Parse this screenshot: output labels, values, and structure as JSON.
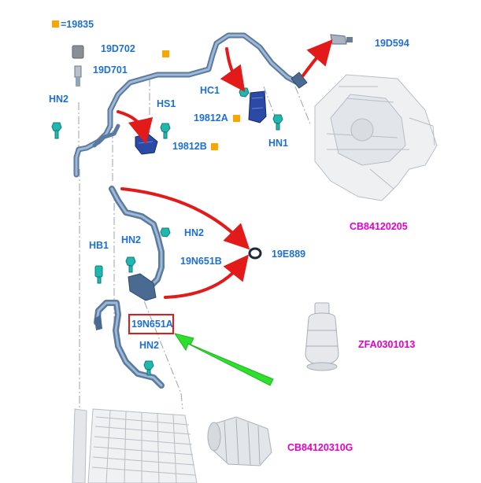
{
  "colors": {
    "callout_blue": "#1f6fd1",
    "reference_magenta": "#e400c8",
    "marker_orange": "#f5a800",
    "arrow_red": "#e21a1a",
    "arrow_green": "#2ee02e",
    "hose_blue": "#5a7aa0",
    "part_teal": "#1fb8b0"
  },
  "legend": {
    "marker_icon": "orange-square",
    "text": "=19835"
  },
  "labels": {
    "p_19d702": "19D702",
    "p_19d701": "19D701",
    "p_19d594": "19D594",
    "hc1": "HC1",
    "p_19812a": "19812A",
    "hs1": "HS1",
    "p_19812b": "19812B",
    "hn2_left": "HN2",
    "hn1": "HN1",
    "hn2_mid": "HN2",
    "hn2_upper": "HN2",
    "p_19e889": "19E889",
    "hb1": "HB1",
    "p_19n651b": "19N651B",
    "p_19n651a": "19N651A",
    "hn2_lower": "HN2"
  },
  "references": {
    "evaporator": "CB84120205",
    "refrigerant_bottle": "ZFA0301013",
    "compressor": "CB84120310G"
  }
}
